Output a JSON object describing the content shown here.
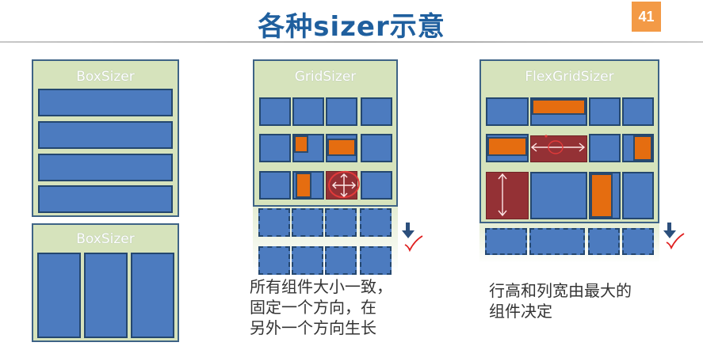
{
  "slide": {
    "title": "各种sizer示意",
    "page_number": "41"
  },
  "panels": {
    "boxsizer_vertical": {
      "label": "BoxSizer"
    },
    "boxsizer_horizontal": {
      "label": "BoxSizer"
    },
    "gridsizer": {
      "label": "GridSizer"
    },
    "flexgridsizer": {
      "label": "FlexGridSizer"
    }
  },
  "notes": {
    "gridsizer_line1": "所有组件大小一致，",
    "gridsizer_line2": "固定一个方向，在",
    "gridsizer_line3": "另外一个方向生长",
    "flexgrid_line1": "行高和列宽由最大的",
    "flexgrid_line2": "组件决定"
  },
  "colors": {
    "title": "#1f5f9e",
    "panel_bg": "#d6e3bc",
    "cell": "#4c7bbf",
    "orange": "#e56d10",
    "dark_red": "#943135",
    "badge": "#f39a46"
  }
}
